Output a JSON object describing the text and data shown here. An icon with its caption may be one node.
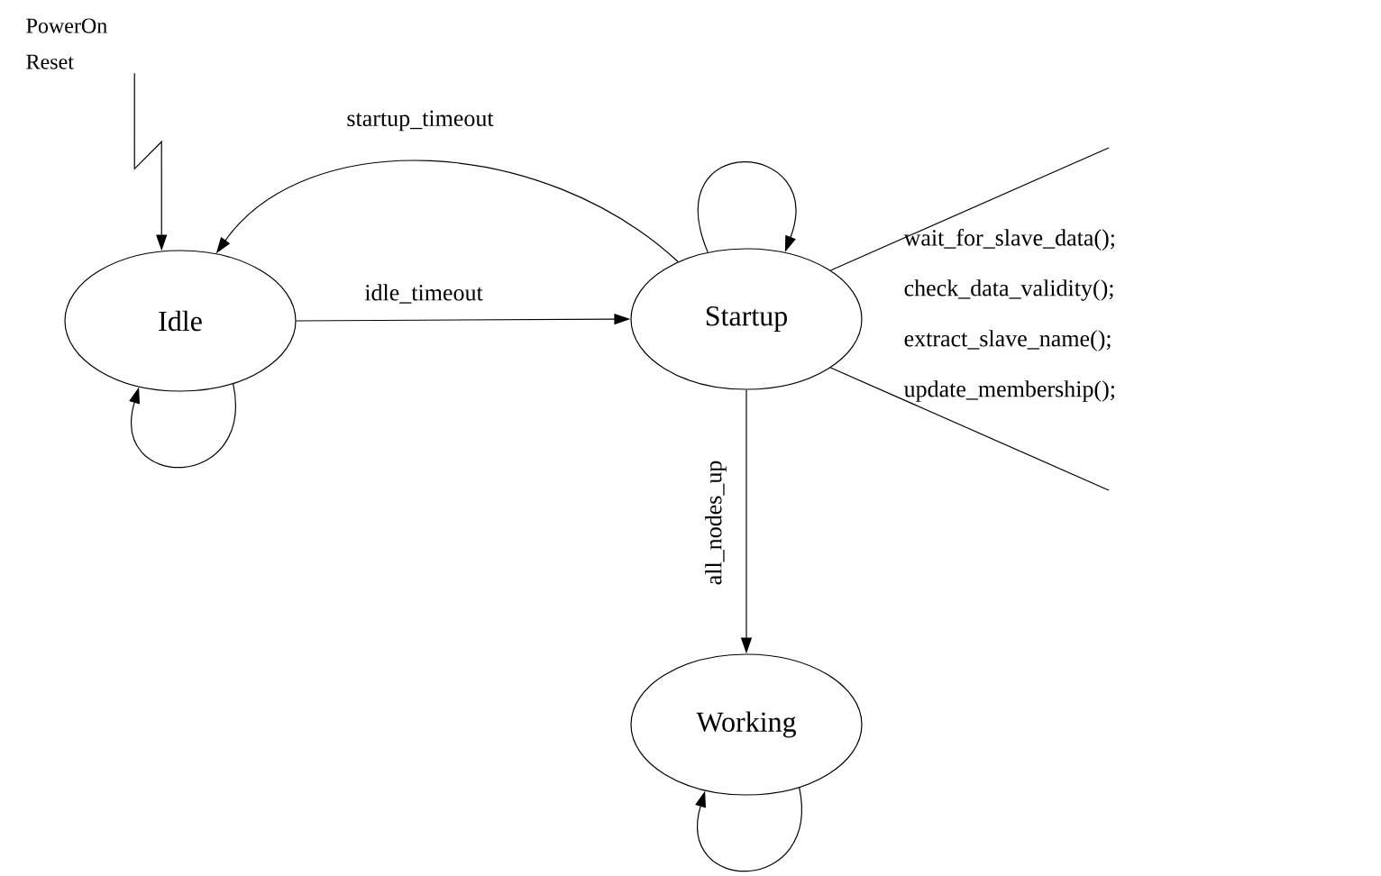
{
  "diagram": {
    "nodes": [
      {
        "text": [
          "PowerOn Reset"
        ]
      },
      {
        "text": [
          "Idle"
        ]
      },
      {
        "text": [
          "Startup"
        ]
      },
      {
        "text": [
          "Working"
        ]
      }
    ],
    "edges": [
      {
        "from": 0,
        "to": 1,
        "arrow": "to"
      },
      {
        "from": 2,
        "to": 1,
        "arrow": "to",
        "label": "startup_timeout"
      },
      {
        "from": 1,
        "to": 2,
        "arrow": "to",
        "label": "idle_timeout"
      },
      {
        "from": 2,
        "to": 3,
        "arrow": "to",
        "label": "all_nodes_up"
      },
      {
        "from": 1,
        "to": 1,
        "arrow": "to"
      },
      {
        "from": 2,
        "to": 2,
        "arrow": "to"
      },
      {
        "from": 3,
        "to": 3,
        "arrow": "to"
      },
      {
        "from": 2,
        "to": null,
        "arrow": "none"
      },
      {
        "from": 2,
        "to": null,
        "arrow": "none"
      }
    ],
    "labels": [
      "wait_for_slave_data();",
      "check_data_validity();",
      "extract_slave_name();",
      "update_membership();"
    ]
  }
}
